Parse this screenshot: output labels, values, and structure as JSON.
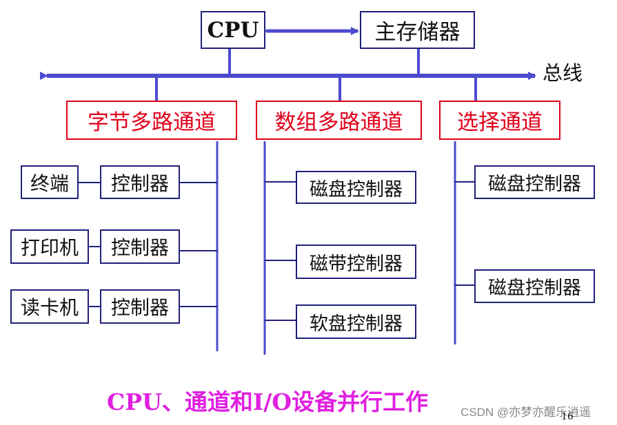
{
  "diagram": {
    "top": {
      "cpu": "CPU",
      "memory": "主存储器",
      "bus": "总线"
    },
    "channels": {
      "byte_multiplexer": "字节多路通道",
      "block_multiplexer": "数组多路通道",
      "selector": "选择通道"
    },
    "byte_channel_devices": [
      {
        "device": "终端",
        "controller": "控制器"
      },
      {
        "device": "打印机",
        "controller": "控制器"
      },
      {
        "device": "读卡机",
        "controller": "控制器"
      }
    ],
    "block_channel_controllers": [
      "磁盘控制器",
      "磁带控制器",
      "软盘控制器"
    ],
    "selector_channel_controllers": [
      "磁盘控制器",
      "磁盘控制器"
    ],
    "caption": "CPU、通道和I/O设备并行工作",
    "page_number": "16",
    "watermark": "CSDN @亦梦亦醒乐逍遥"
  },
  "colors": {
    "line_blue": "#4b4bcf",
    "box_border_blue": "#1f1f7a",
    "channel_red": "#e0001a",
    "caption_magenta": "#e020e0"
  }
}
